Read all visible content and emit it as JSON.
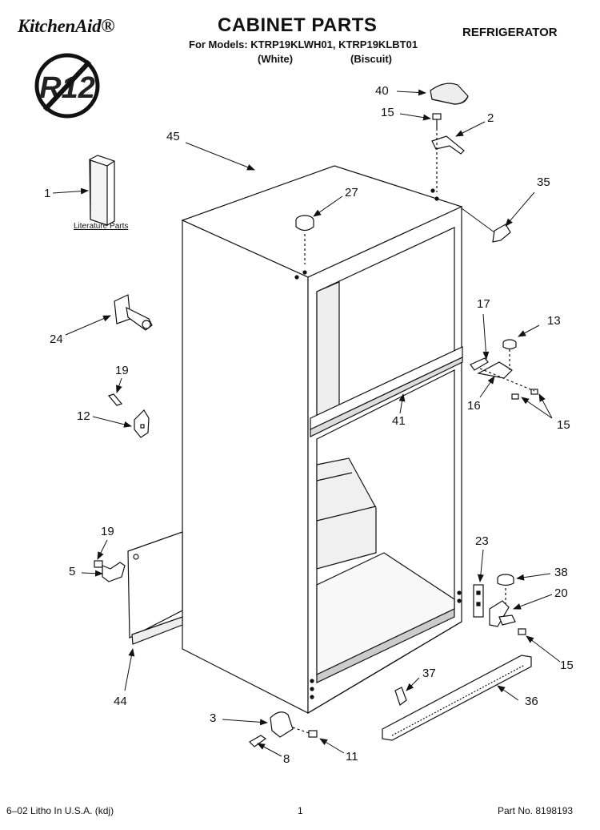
{
  "header": {
    "brand": "KitchenAid®",
    "title": "CABINET PARTS",
    "models_line": "For Models: KTRP19KLWH01, KTRP19KLBT01",
    "variant_1": "(White)",
    "variant_2": "(Biscuit)",
    "category": "REFRIGERATOR"
  },
  "badge": {
    "text": "R12",
    "icon": "no-r12-icon"
  },
  "literature": {
    "label": "Literature Parts"
  },
  "callouts": {
    "c40": "40",
    "c15_top": "15",
    "c2": "2",
    "c45": "45",
    "c1": "1",
    "c27": "27",
    "c35": "35",
    "c17": "17",
    "c13": "13",
    "c24": "24",
    "c19_top": "19",
    "c16": "16",
    "c15_mid": "15",
    "c12": "12",
    "c41": "41",
    "c23": "23",
    "c19_low": "19",
    "c38": "38",
    "c5": "5",
    "c20": "20",
    "c15_low": "15",
    "c44": "44",
    "c37": "37",
    "c36": "36",
    "c3": "3",
    "c11": "11",
    "c8": "8"
  },
  "footer": {
    "left": "6–02 Litho In U.S.A. (kdj)",
    "page": "1",
    "part_no": "Part No. 8198193"
  }
}
